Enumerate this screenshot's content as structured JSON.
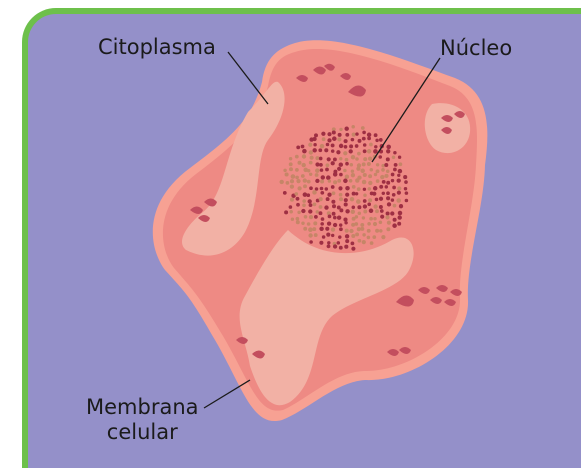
{
  "labels": {
    "citoplasma": "Citoplasma",
    "nucleo": "Núcleo",
    "membrana_line1": "Membrana",
    "membrana_line2": "celular"
  },
  "colors": {
    "frame_border": "#6dc04b",
    "background": "#9490c9",
    "membrane": "#f7a193",
    "cytoplasm": "#ee8a84",
    "light_patch": "#f2b1a5",
    "organelle": "#c34e5e",
    "nucleus_dark": "#9e2f43",
    "nucleus_light": "#c68567"
  }
}
